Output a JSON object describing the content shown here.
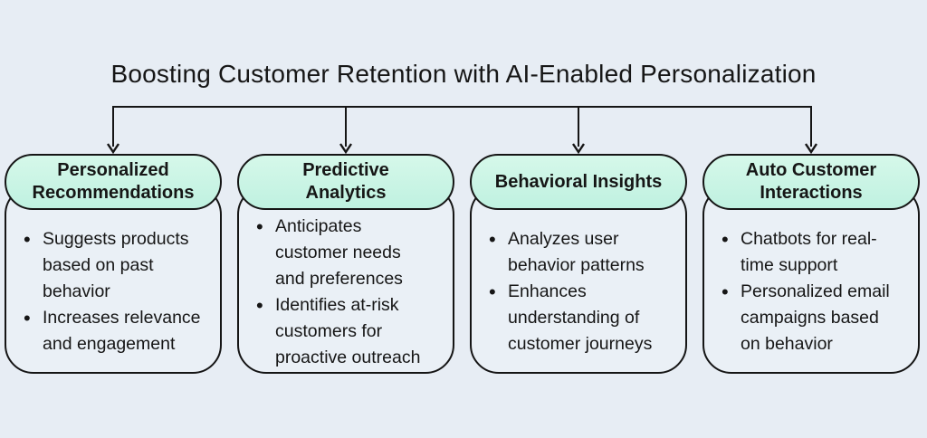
{
  "title": "Boosting Customer Retention with AI-Enabled Personalization",
  "colors": {
    "background": "#e7edf4",
    "card_fill": "#eaf0f6",
    "pill_fill_top": "#d6f8ea",
    "pill_fill_bottom": "#bff1e0",
    "line": "#151515",
    "text": "#161616"
  },
  "branches": [
    {
      "header": "Personalized\nRecommendations",
      "bullets": [
        "Suggests products\nbased on past\nbehavior",
        "Increases relevance\nand engagement"
      ]
    },
    {
      "header": "Predictive\nAnalytics",
      "bullets": [
        "Anticipates\ncustomer needs\nand preferences",
        "Identifies at-risk\ncustomers for\nproactive outreach"
      ]
    },
    {
      "header": "Behavioral Insights",
      "bullets": [
        "Analyzes user\nbehavior patterns",
        "Enhances\nunderstanding of\ncustomer journeys"
      ]
    },
    {
      "header": "Auto Customer\nInteractions",
      "bullets": [
        "Chatbots for real-\ntime support",
        "Personalized email\ncampaigns based\non behavior"
      ]
    }
  ]
}
